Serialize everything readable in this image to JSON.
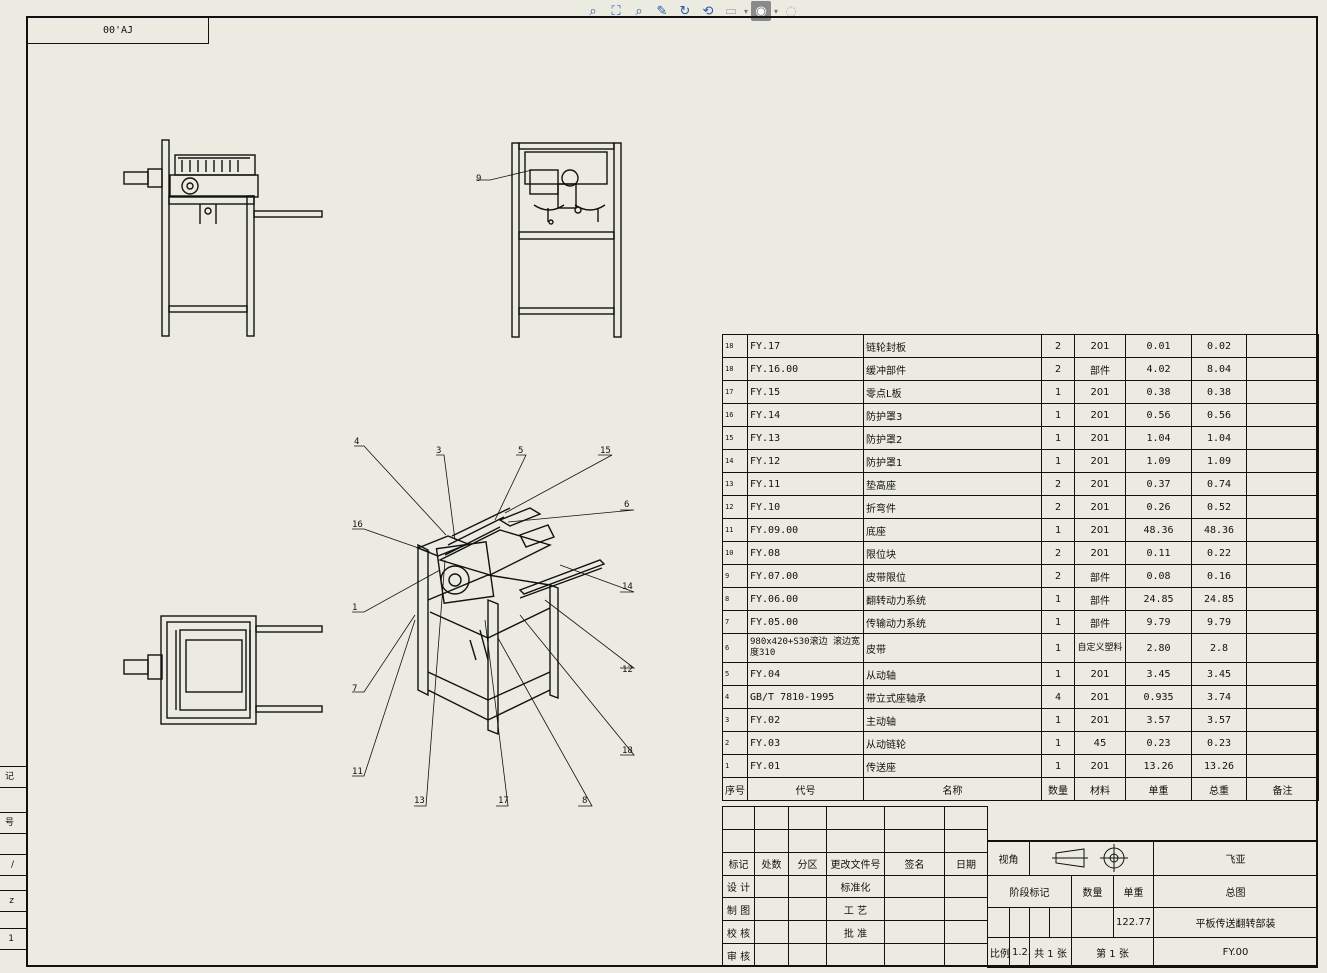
{
  "toolbar": {
    "buttons": [
      {
        "name": "zoom-fit-icon",
        "glyph": "⌕"
      },
      {
        "name": "zoom-area-icon",
        "glyph": "⛶"
      },
      {
        "name": "zoom-in-out-icon",
        "glyph": "⌕"
      },
      {
        "name": "pan-icon",
        "glyph": "✎"
      },
      {
        "name": "rotate-icon",
        "glyph": "↻"
      },
      {
        "name": "previous-view-icon",
        "glyph": "⟲"
      },
      {
        "name": "view-orientation-icon",
        "glyph": "▭"
      },
      {
        "name": "display-style-icon",
        "glyph": "◉"
      },
      {
        "name": "hide-show-icon",
        "glyph": "◌"
      }
    ]
  },
  "sheet": {
    "title_tag": "00'AJ",
    "left_strip": [
      "记",
      "号",
      "/",
      "z",
      "1"
    ]
  },
  "balloons": [
    {
      "label": "9"
    },
    {
      "label": "4"
    },
    {
      "label": "3"
    },
    {
      "label": "5"
    },
    {
      "label": "15"
    },
    {
      "label": "6"
    },
    {
      "label": "16"
    },
    {
      "label": "14"
    },
    {
      "label": "1"
    },
    {
      "label": "12"
    },
    {
      "label": "7"
    },
    {
      "label": "18"
    },
    {
      "label": "11"
    },
    {
      "label": "13"
    },
    {
      "label": "17"
    },
    {
      "label": "8"
    }
  ],
  "bom": {
    "rows": [
      {
        "no": "18",
        "code": "FY.17",
        "name": "链轮封板",
        "qty": "2",
        "mat": "201",
        "unit": "0.01",
        "total": "0.02",
        "note": ""
      },
      {
        "no": "18",
        "code": "FY.16.00",
        "name": "缓冲部件",
        "qty": "2",
        "mat": "部件",
        "unit": "4.02",
        "total": "8.04",
        "note": ""
      },
      {
        "no": "17",
        "code": "FY.15",
        "name": "零点L板",
        "qty": "1",
        "mat": "201",
        "unit": "0.38",
        "total": "0.38",
        "note": ""
      },
      {
        "no": "16",
        "code": "FY.14",
        "name": "防护罩3",
        "qty": "1",
        "mat": "201",
        "unit": "0.56",
        "total": "0.56",
        "note": ""
      },
      {
        "no": "15",
        "code": "FY.13",
        "name": "防护罩2",
        "qty": "1",
        "mat": "201",
        "unit": "1.04",
        "total": "1.04",
        "note": ""
      },
      {
        "no": "14",
        "code": "FY.12",
        "name": "防护罩1",
        "qty": "1",
        "mat": "201",
        "unit": "1.09",
        "total": "1.09",
        "note": ""
      },
      {
        "no": "13",
        "code": "FY.11",
        "name": "垫高座",
        "qty": "2",
        "mat": "201",
        "unit": "0.37",
        "total": "0.74",
        "note": ""
      },
      {
        "no": "12",
        "code": "FY.10",
        "name": "折弯件",
        "qty": "2",
        "mat": "201",
        "unit": "0.26",
        "total": "0.52",
        "note": ""
      },
      {
        "no": "11",
        "code": "FY.09.00",
        "name": "底座",
        "qty": "1",
        "mat": "201",
        "unit": "48.36",
        "total": "48.36",
        "note": ""
      },
      {
        "no": "10",
        "code": "FY.08",
        "name": "限位块",
        "qty": "2",
        "mat": "201",
        "unit": "0.11",
        "total": "0.22",
        "note": ""
      },
      {
        "no": "9",
        "code": "FY.07.00",
        "name": "皮带限位",
        "qty": "2",
        "mat": "部件",
        "unit": "0.08",
        "total": "0.16",
        "note": ""
      },
      {
        "no": "8",
        "code": "FY.06.00",
        "name": "翻转动力系统",
        "qty": "1",
        "mat": "部件",
        "unit": "24.85",
        "total": "24.85",
        "note": ""
      },
      {
        "no": "7",
        "code": "FY.05.00",
        "name": "传输动力系统",
        "qty": "1",
        "mat": "部件",
        "unit": "9.79",
        "total": "9.79",
        "note": ""
      },
      {
        "no": "6",
        "code": "980x420+S30滚边 滚边宽度310",
        "name": "皮带",
        "qty": "1",
        "mat": "自定义塑料",
        "unit": "2.80",
        "total": "2.8",
        "note": "",
        "tall": true
      },
      {
        "no": "5",
        "code": "FY.04",
        "name": "从动轴",
        "qty": "1",
        "mat": "201",
        "unit": "3.45",
        "total": "3.45",
        "note": ""
      },
      {
        "no": "4",
        "code": "GB/T 7810-1995",
        "name": "带立式座轴承",
        "qty": "4",
        "mat": "201",
        "unit": "0.935",
        "total": "3.74",
        "note": ""
      },
      {
        "no": "3",
        "code": "FY.02",
        "name": "主动轴",
        "qty": "1",
        "mat": "201",
        "unit": "3.57",
        "total": "3.57",
        "note": ""
      },
      {
        "no": "2",
        "code": "FY.03",
        "name": "从动链轮",
        "qty": "1",
        "mat": "45",
        "unit": "0.23",
        "total": "0.23",
        "note": ""
      },
      {
        "no": "1",
        "code": "FY.01",
        "name": "传送座",
        "qty": "1",
        "mat": "201",
        "unit": "13.26",
        "total": "13.26",
        "note": ""
      }
    ],
    "header": {
      "no": "序号",
      "code": "代号",
      "name": "名称",
      "qty": "数量",
      "mat": "材料",
      "unit": "单重",
      "total": "总重",
      "note": "备注"
    }
  },
  "title_block": {
    "rev_headers": [
      "标记",
      "处数",
      "分区",
      "更改文件号",
      "签名",
      "日期"
    ],
    "roles": [
      "设 计",
      "制 图",
      "校 核",
      "审 核"
    ],
    "std_roles": [
      "标准化",
      "工 艺",
      "批 准"
    ],
    "view_label": "视角",
    "stage_label": "阶段标记",
    "qty_label": "数量",
    "weight_label": "单重",
    "weight_value": "122.77",
    "scale_label": "比例",
    "scale_value": "1.25",
    "sheets_total": "共 1 张",
    "sheet_no": "第 1 张",
    "company": "飞亚",
    "drawing_kind": "总图",
    "drawing_name": "平板传送翻转部装",
    "drawing_code": "FY.00"
  }
}
